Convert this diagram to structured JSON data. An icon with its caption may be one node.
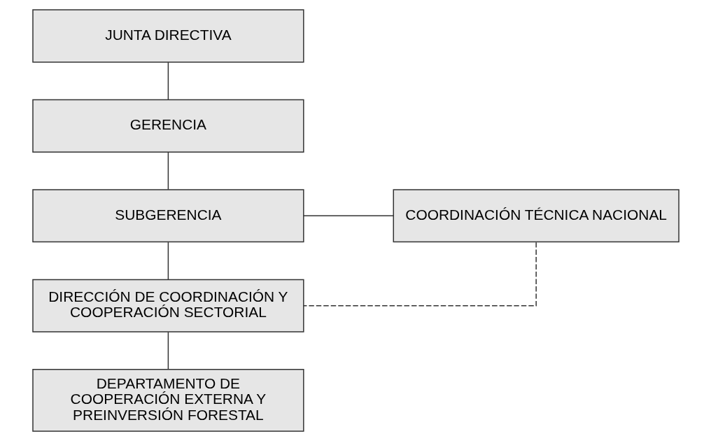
{
  "diagram": {
    "nodes": [
      {
        "text": [
          "JUNTA DIRECTIVA"
        ]
      },
      {
        "text": [
          "GERENCIA"
        ]
      },
      {
        "text": [
          "SUBGERENCIA"
        ]
      },
      {
        "text": [
          "COORDINACIÓN TÉCNICA NACIONAL"
        ]
      },
      {
        "text": [
          "DIRECCIÓN DE COORDINACIÓN Y COOPERACIÓN SECTORIAL"
        ]
      },
      {
        "text": [
          "DEPARTAMENTO DE COOPERACIÓN EXTERNA Y PREINVERSIÓN FORESTAL"
        ]
      }
    ],
    "edges": [
      {
        "from": 0,
        "to": 1,
        "arrow": "none"
      },
      {
        "from": 1,
        "to": 2,
        "arrow": "none"
      },
      {
        "from": 2,
        "to": 3,
        "arrow": "none"
      },
      {
        "from": 2,
        "to": 4,
        "arrow": "none"
      },
      {
        "from": 3,
        "to": 4,
        "arrow": "none",
        "style": "dashed"
      },
      {
        "from": 4,
        "to": 5,
        "arrow": "none"
      }
    ]
  }
}
